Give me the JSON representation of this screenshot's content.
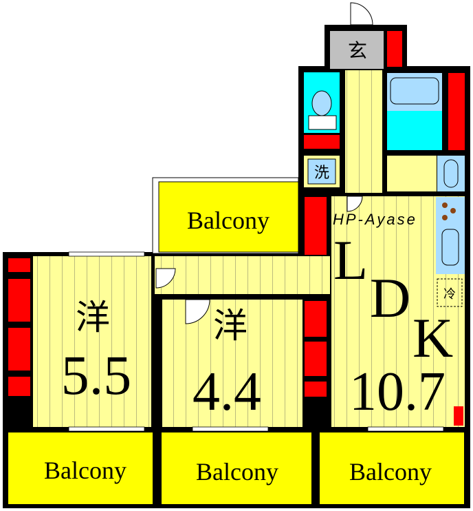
{
  "colors": {
    "wall": "#000000",
    "floor": "#ffff99",
    "balcony": "#ffff00",
    "closet": "#ff0000",
    "entrance": "#c0c0c0",
    "wet_area": "#00ffff",
    "fixture": "#aaddff"
  },
  "rooms": {
    "entrance": "玄",
    "laundry": "洗",
    "fridge": "冷",
    "western_1": {
      "kanji": "洋",
      "size": "5.5"
    },
    "western_2": {
      "kanji": "洋",
      "size": "4.4"
    },
    "ldk": {
      "l": "L",
      "d": "D",
      "k": "K",
      "size": "10.7"
    }
  },
  "balconies": [
    "Balcony",
    "Balcony",
    "Balcony",
    "Balcony"
  ],
  "watermark": "HP-Ayase"
}
